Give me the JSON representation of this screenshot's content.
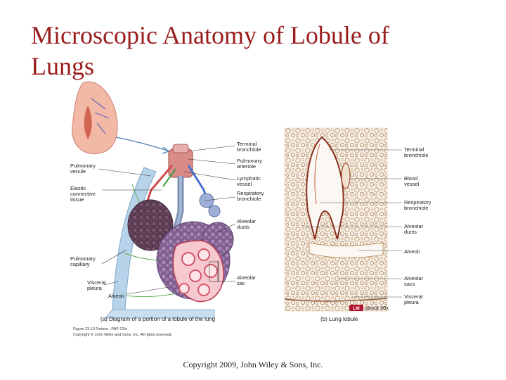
{
  "slide": {
    "title_line1": "Microscopic Anatomy of Lobule of",
    "title_line2": "Lungs",
    "copyright": "Copyright 2009, John Wiley & Sons, Inc."
  },
  "diagram": {
    "labels": {
      "terminal_bronchiole_1": "Terminal",
      "terminal_bronchiole_2": "bronchiole",
      "pulmonary_arteriole_1": "Pulmonary",
      "pulmonary_arteriole_2": "arteriole",
      "lymphatic_vessel_1": "Lymphatic",
      "lymphatic_vessel_2": "vessel",
      "respiratory_bronchiole_1": "Respiratory",
      "respiratory_bronchiole_2": "bronchiole",
      "alveolar_ducts_1": "Alveolar",
      "alveolar_ducts_2": "ducts",
      "alveolar_sac_1": "Alveolar",
      "alveolar_sac_2": "sac",
      "pulmonary_venule_1": "Pulmonary",
      "pulmonary_venule_2": "venule",
      "elastic_tissue_1": "Elastic",
      "elastic_tissue_2": "connective",
      "elastic_tissue_3": "tissue",
      "pulmonary_capillary_1": "Pulmonary",
      "pulmonary_capillary_2": "capillary",
      "visceral_pleura_1": "Visceral",
      "visceral_pleura_2": "pleura",
      "alveoli": "Alveoli"
    },
    "caption": "(a) Diagram of a portion of a lobule of the lung",
    "figure_ref": "Figure 23.10  Tortora - PAP 12/e",
    "figure_copyright": "Copyright © John Wiley and Sons, Inc. All rights reserved."
  },
  "micrograph": {
    "labels": {
      "terminal_bronchiole_1": "Terminal",
      "terminal_bronchiole_2": "bronchiole",
      "blood_vessel_1": "Blood",
      "blood_vessel_2": "vessel",
      "respiratory_bronchiole_1": "Respiratory",
      "respiratory_bronchiole_2": "bronchiole",
      "alveolar_ducts_1": "Alveolar",
      "alveolar_ducts_2": "ducts",
      "alveoli": "Alveoli",
      "alveolar_sacs_1": "Alveolar",
      "alveolar_sacs_2": "sacs",
      "visceral_pleura_1": "Visceral",
      "visceral_pleura_2": "pleura"
    },
    "badge": "LM",
    "magnification": "about 30x",
    "caption": "(b) Lung lobule"
  },
  "colors": {
    "title": "#9a1b1b",
    "micrograph_tissue": "#b5874f",
    "alveoli_purple": "#8a6c9a",
    "alveolar_pink": "#d6576b",
    "pleura_blue": "#b7d3ea"
  }
}
